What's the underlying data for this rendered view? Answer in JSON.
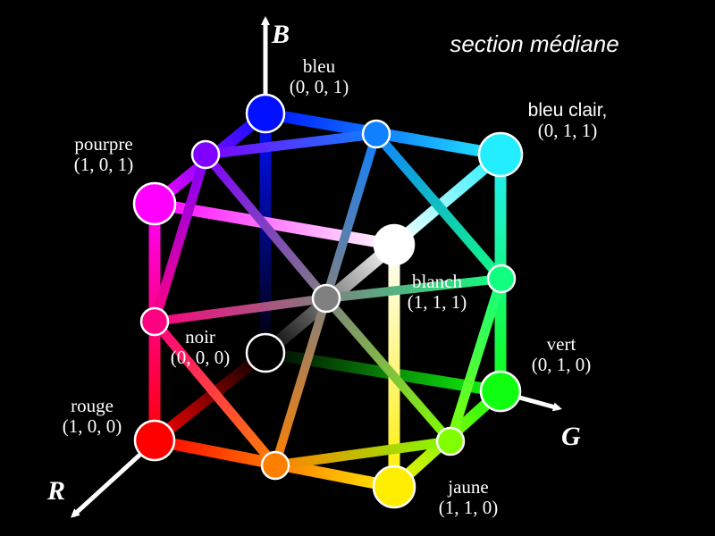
{
  "title": "section médiane",
  "axes": {
    "b": "B",
    "g": "G",
    "r": "R"
  },
  "labels": {
    "bleu": {
      "name": "bleu",
      "coord": "(0, 0, 1)"
    },
    "bleu_clair": {
      "name": "bleu clair,",
      "coord": "(0, 1, 1)"
    },
    "pourpre": {
      "name": "pourpre",
      "coord": "(1, 0, 1)"
    },
    "blanc": {
      "name": "blanch",
      "coord": "(1, 1, 1)"
    },
    "noir": {
      "name": "noir",
      "coord": "(0, 0, 0)"
    },
    "vert": {
      "name": "vert",
      "coord": "(0, 1, 0)"
    },
    "rouge": {
      "name": "rouge",
      "coord": "(1, 0, 0)"
    },
    "jaune": {
      "name": "jaune",
      "coord": "(1, 1, 0)"
    }
  },
  "colors": {
    "background": "#000000",
    "noir": "#000000",
    "bleu": "#0010ff",
    "bleu_clair": "#22eeff",
    "pourpre": "#ff00ff",
    "blanc": "#ffffff",
    "vert": "#10ff10",
    "rouge": "#ff0000",
    "jaune": "#ffee00",
    "mid_bleu_bleuclair": "#1080ff",
    "mid_bleu_pourpre": "#8000ff",
    "mid_pourpre_rouge": "#ff0080",
    "mid_rouge_jaune": "#ff8000",
    "mid_jaune_vert": "#80ff00",
    "mid_vert_bleuclair": "#10ff80",
    "mid_center": "#808080"
  }
}
